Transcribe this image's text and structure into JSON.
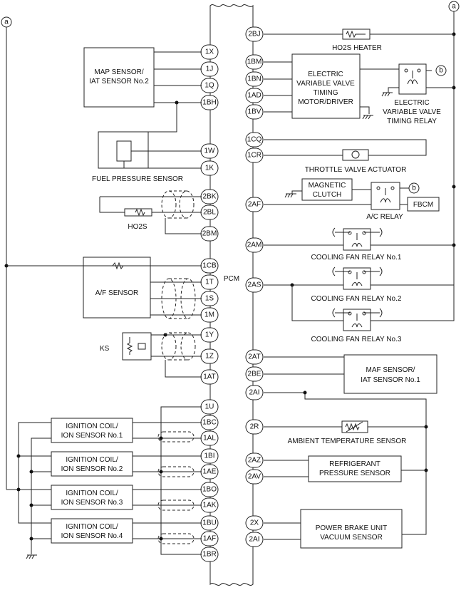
{
  "markers": {
    "left": "a",
    "right": "a",
    "relay": "b"
  },
  "pcm_label": "PCM",
  "left_pins": [
    "1X",
    "1J",
    "1Q",
    "1BH",
    "1W",
    "1K",
    "2BK",
    "2BL",
    "2BM",
    "1CB",
    "1T",
    "1S",
    "1M",
    "1Y",
    "1Z",
    "1AT",
    "1U",
    "1BC",
    "1AL",
    "1BI",
    "1AE",
    "1BO",
    "1AK",
    "1BU",
    "1AF",
    "1BR"
  ],
  "right_pins": [
    "2BJ",
    "1BM",
    "1BN",
    "1AD",
    "1BV",
    "1CQ",
    "1CR",
    "2AF",
    "2AM",
    "2AS",
    "2AT",
    "2BE",
    "2AI",
    "2R",
    "2AZ",
    "2AV",
    "2X",
    "2AI"
  ],
  "components": {
    "map_sensor": [
      "MAP SENSOR/",
      "IAT SENSOR No.2"
    ],
    "fuel_pressure": "FUEL PRESSURE SENSOR",
    "ho2s": "HO2S",
    "af_sensor": "A/F SENSOR",
    "ks": "KS",
    "coil1": [
      "IGNITION COIL/",
      "ION SENSOR No.1"
    ],
    "coil2": [
      "IGNITION COIL/",
      "ION SENSOR No.2"
    ],
    "coil3": [
      "IGNITION COIL/",
      "ION SENSOR No.3"
    ],
    "coil4": [
      "IGNITION COIL/",
      "ION SENSOR No.4"
    ],
    "ho2s_heater": "HO2S HEATER",
    "evvt_motor": [
      "ELECTRIC",
      "VARIABLE VALVE",
      "TIMING",
      "MOTOR/DRIVER"
    ],
    "evvt_relay": [
      "ELECTRIC",
      "VARIABLE VALVE",
      "TIMING RELAY"
    ],
    "throttle": "THROTTLE VALVE ACTUATOR",
    "mag_clutch": [
      "MAGNETIC",
      "CLUTCH"
    ],
    "ac_relay": "A/C RELAY",
    "fbcm": "FBCM",
    "fan1": "COOLING FAN RELAY No.1",
    "fan2": "COOLING FAN RELAY No.2",
    "fan3": "COOLING FAN RELAY No.3",
    "maf": [
      "MAF SENSOR/",
      "IAT SENSOR No.1"
    ],
    "ambient": "AMBIENT TEMPERATURE SENSOR",
    "refrig": [
      "REFRIGERANT",
      "PRESSURE SENSOR"
    ],
    "brake": [
      "POWER BRAKE UNIT",
      "VACUUM SENSOR"
    ]
  }
}
